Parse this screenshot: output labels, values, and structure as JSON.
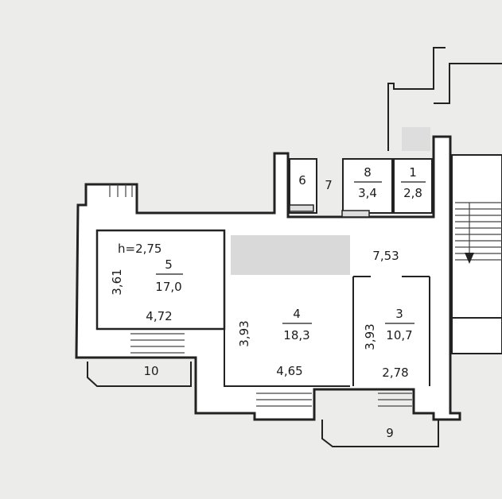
{
  "rooms": [
    {
      "id": "room-5",
      "number": "5",
      "area": "17,0",
      "note": "h=2,75"
    },
    {
      "id": "room-4",
      "number": "4",
      "area": "18,3"
    },
    {
      "id": "room-3",
      "number": "3",
      "area": "10,7"
    },
    {
      "id": "room-8",
      "number": "8",
      "area": "3,4"
    },
    {
      "id": "room-1",
      "number": "1",
      "area": "2,8"
    },
    {
      "id": "room-6",
      "number": "6"
    },
    {
      "id": "room-7",
      "number": "7"
    }
  ],
  "dimensions": {
    "room5_height": "3,61",
    "room5_width": "4,72",
    "balcony_left": "10",
    "room4_height": "3,93",
    "room4_width": "4,65",
    "hall_width": "7,53",
    "room3_height": "3,93",
    "room3_width": "2,78",
    "balcony_bottom": "9"
  }
}
